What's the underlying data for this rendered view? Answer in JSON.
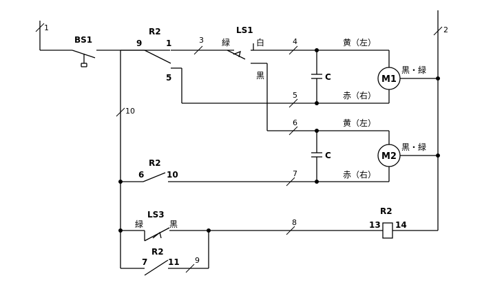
{
  "diagram": {
    "devices": {
      "bs1": "BS1",
      "ls1": "LS1",
      "ls3": "LS3",
      "r2_top": "R2",
      "r2_mid": "R2",
      "r2_bot": "R2",
      "r2_coil": "R2",
      "m1": "M1",
      "m2": "M2",
      "c1": "C",
      "c2": "C"
    },
    "wire_numbers": {
      "w1": "1",
      "w2": "2",
      "w3": "3",
      "w4": "4",
      "w5": "5",
      "w6": "6",
      "w7": "7",
      "w8": "8",
      "w9": "9",
      "w10": "10"
    },
    "terminals": {
      "r2_9": "9",
      "r2_1": "1",
      "r2_5": "5",
      "r2_6": "6",
      "r2_10": "10",
      "r2_7": "7",
      "r2_11": "11",
      "r2_13": "13",
      "r2_14": "14"
    },
    "wire_colors": {
      "ls1_green": "緑",
      "ls1_white": "白",
      "ls1_black": "黒",
      "m1_yellow": "黄（左）",
      "m1_red": "赤（右）",
      "m1_blackgreen": "黒・緑",
      "m2_yellow": "黄（左）",
      "m2_red": "赤（右）",
      "m2_blackgreen": "黒・緑",
      "ls3_green": "緑",
      "ls3_black": "黒"
    }
  }
}
